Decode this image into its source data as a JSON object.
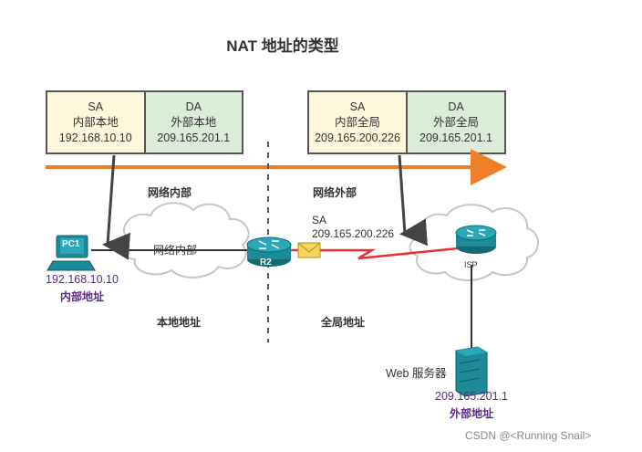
{
  "title": "NAT 地址的类型",
  "left_header": {
    "sa": {
      "line1": "SA",
      "line2": "内部本地",
      "line3": "192.168.10.10"
    },
    "da": {
      "line1": "DA",
      "line2": "外部本地",
      "line3": "209.165.201.1"
    }
  },
  "right_header": {
    "sa": {
      "line1": "SA",
      "line2": "内部全局",
      "line3": "209.165.200.226"
    },
    "da": {
      "line1": "DA",
      "line2": "外部全局",
      "line3": "209.165.201.1"
    }
  },
  "labels": {
    "inside_network_top": "网络内部",
    "outside_network_top": "网络外部",
    "cloud_label": "网络内部",
    "local_address": "本地地址",
    "global_address": "全局地址"
  },
  "pc": {
    "name": "PC1",
    "ip": "192.168.10.10",
    "type": "内部地址"
  },
  "router": {
    "name": "R2"
  },
  "isp": {
    "name": "ISP"
  },
  "packet": {
    "sa_label": "SA",
    "sa_ip": "209.165.200.226"
  },
  "server": {
    "name": "Web 服务器",
    "ip": "209.165.201.1",
    "type": "外部地址"
  },
  "watermark": "CSDN @<Running Snail>",
  "colors": {
    "arrow": "#f07f2a",
    "serial_link": "#e8312f",
    "device": "#1e8a99",
    "purple": "#5b2a86"
  }
}
